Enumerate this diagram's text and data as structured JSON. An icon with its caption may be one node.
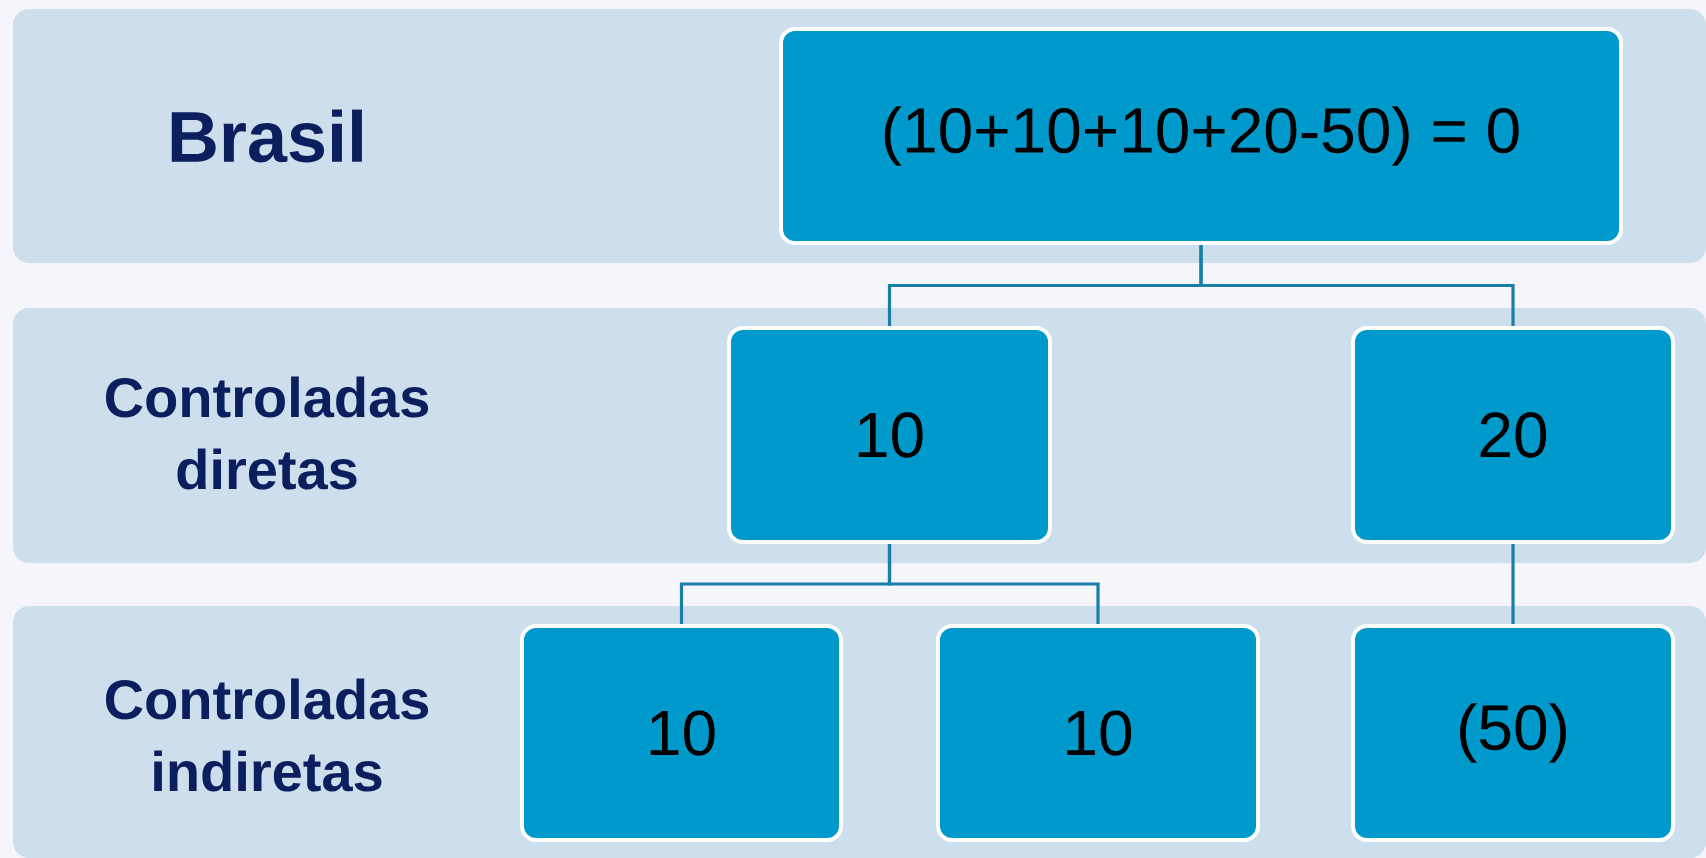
{
  "diagram": {
    "nodes": [
      {
        "text": [
          "Brasil"
        ]
      },
      {
        "text": [
          "(10+10+10+20-50) = 0"
        ],
        "in": 0
      },
      {
        "text": [
          "Controladas diretas"
        ]
      },
      {
        "text": [
          "10"
        ],
        "in": 2
      },
      {
        "text": [
          "20"
        ],
        "in": 2
      },
      {
        "text": [
          "Controladas indiretas"
        ]
      },
      {
        "text": [
          "10"
        ],
        "in": 5
      },
      {
        "text": [
          "10"
        ],
        "in": 5
      },
      {
        "text": [
          "(50)"
        ],
        "in": 5
      }
    ],
    "edges": [
      {
        "from": 1,
        "to": 3,
        "arrow": "none"
      },
      {
        "from": 1,
        "to": 4,
        "arrow": "none"
      },
      {
        "from": 3,
        "to": 6,
        "arrow": "none"
      },
      {
        "from": 3,
        "to": 7,
        "arrow": "none"
      },
      {
        "from": 4,
        "to": 8,
        "arrow": "none"
      }
    ]
  }
}
